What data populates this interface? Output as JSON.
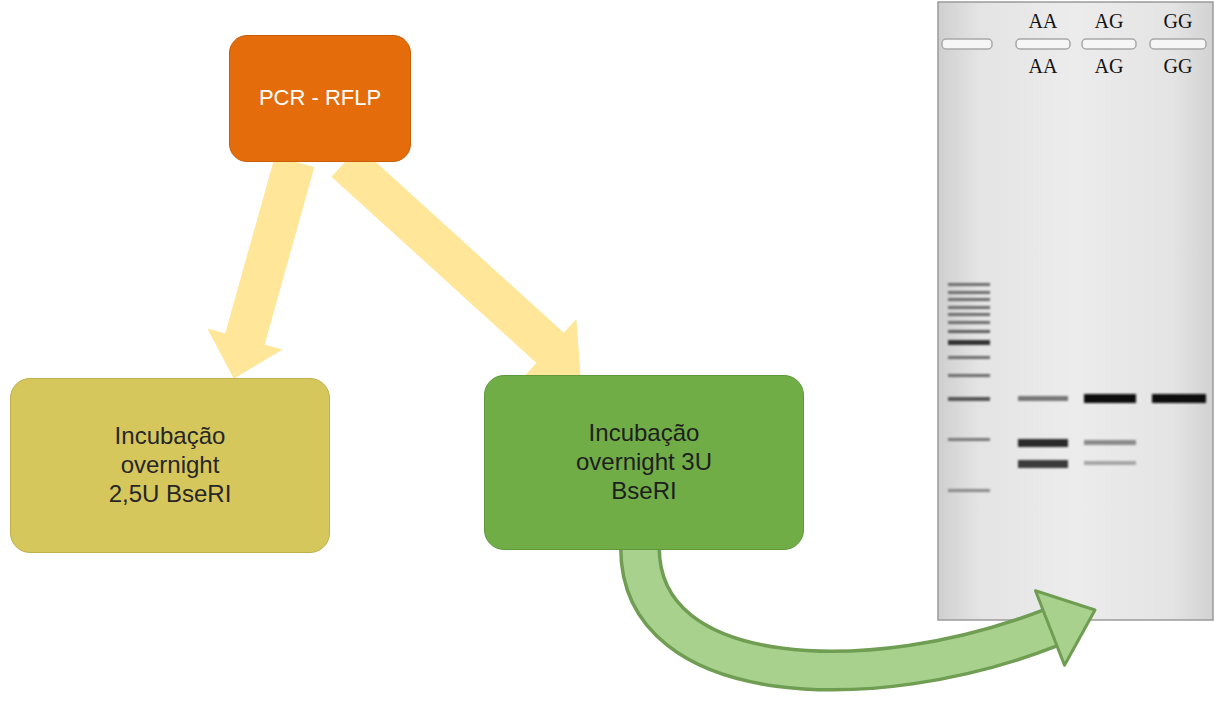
{
  "diagram": {
    "nodes": [
      {
        "text": [
          "PCR - RFLP"
        ]
      },
      {
        "text": [
          "Incubação overnight 2,5U BseRI"
        ]
      },
      {
        "text": [
          "Incubação overnight 3U BseRI"
        ]
      }
    ],
    "edges": [
      {
        "from": 0,
        "to": 1,
        "arrow": "to"
      },
      {
        "from": 0,
        "to": 2,
        "arrow": "to"
      }
    ],
    "labels": [
      "AA",
      "AG",
      "GG",
      "AA",
      "AG",
      "GG"
    ]
  }
}
